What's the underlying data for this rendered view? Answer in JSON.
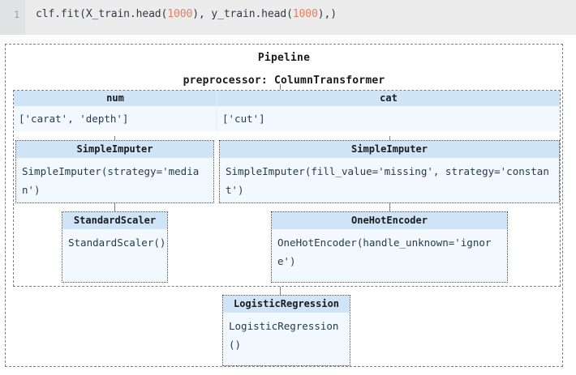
{
  "notebook": {
    "cell": {
      "line_number": "1",
      "code_prefix": "clf.fit(X_train.head(",
      "code_num1": "1000",
      "code_mid": "), y_train.head(",
      "code_num2": "1000",
      "code_suffix": "),)"
    }
  },
  "diagram": {
    "type": "sklearn-pipeline-repr",
    "pipeline_title": "Pipeline",
    "column_transformer_title": "preprocessor: ColumnTransformer",
    "columns": [
      {
        "name": "num",
        "value": "['carat', 'depth']"
      },
      {
        "name": "cat",
        "value": "['cut']"
      }
    ],
    "estimators": {
      "num_imputer": {
        "title": "SimpleImputer",
        "repr": "SimpleImputer(strategy='median')"
      },
      "cat_imputer": {
        "title": "SimpleImputer",
        "repr": "SimpleImputer(fill_value='missing', strategy='constant')"
      },
      "scaler": {
        "title": "StandardScaler",
        "repr": "StandardScaler()"
      },
      "encoder": {
        "title": "OneHotEncoder",
        "repr": "OneHotEncoder(handle_unknown='ignore')"
      },
      "classifier": {
        "title": "LogisticRegression",
        "repr": "LogisticRegression()"
      }
    }
  },
  "colors": {
    "header_blue": "#cfe4f7",
    "body_blue": "#f1f8fe",
    "dashed_border": "#7f7f7f",
    "code_bg": "#ececec",
    "gutter_bg": "#e0e2e4",
    "number_token": "#f07b57"
  }
}
